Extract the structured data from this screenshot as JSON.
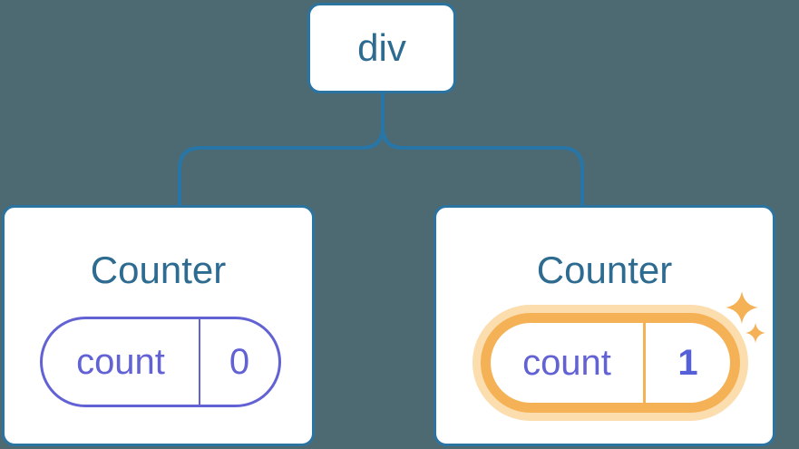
{
  "colors": {
    "bg": "#4d6a72",
    "line": "#2776a7",
    "node-border": "#2b74a1",
    "node-bg": "#ffffff",
    "title": "#2d6b90",
    "purple": "#6262d4",
    "value-strong": "#5560d8",
    "orange": "#f5b155",
    "orange-soft": "#fbddae",
    "sparkle": "#f5b155"
  },
  "tree": {
    "root": {
      "label": "div"
    },
    "children": [
      {
        "title": "Counter",
        "state": {
          "name": "count",
          "value": "0"
        },
        "highlighted": false
      },
      {
        "title": "Counter",
        "state": {
          "name": "count",
          "value": "1"
        },
        "highlighted": true
      }
    ]
  },
  "icons": {
    "sparkle_large": "sparkle-icon",
    "sparkle_small": "sparkle-icon"
  }
}
